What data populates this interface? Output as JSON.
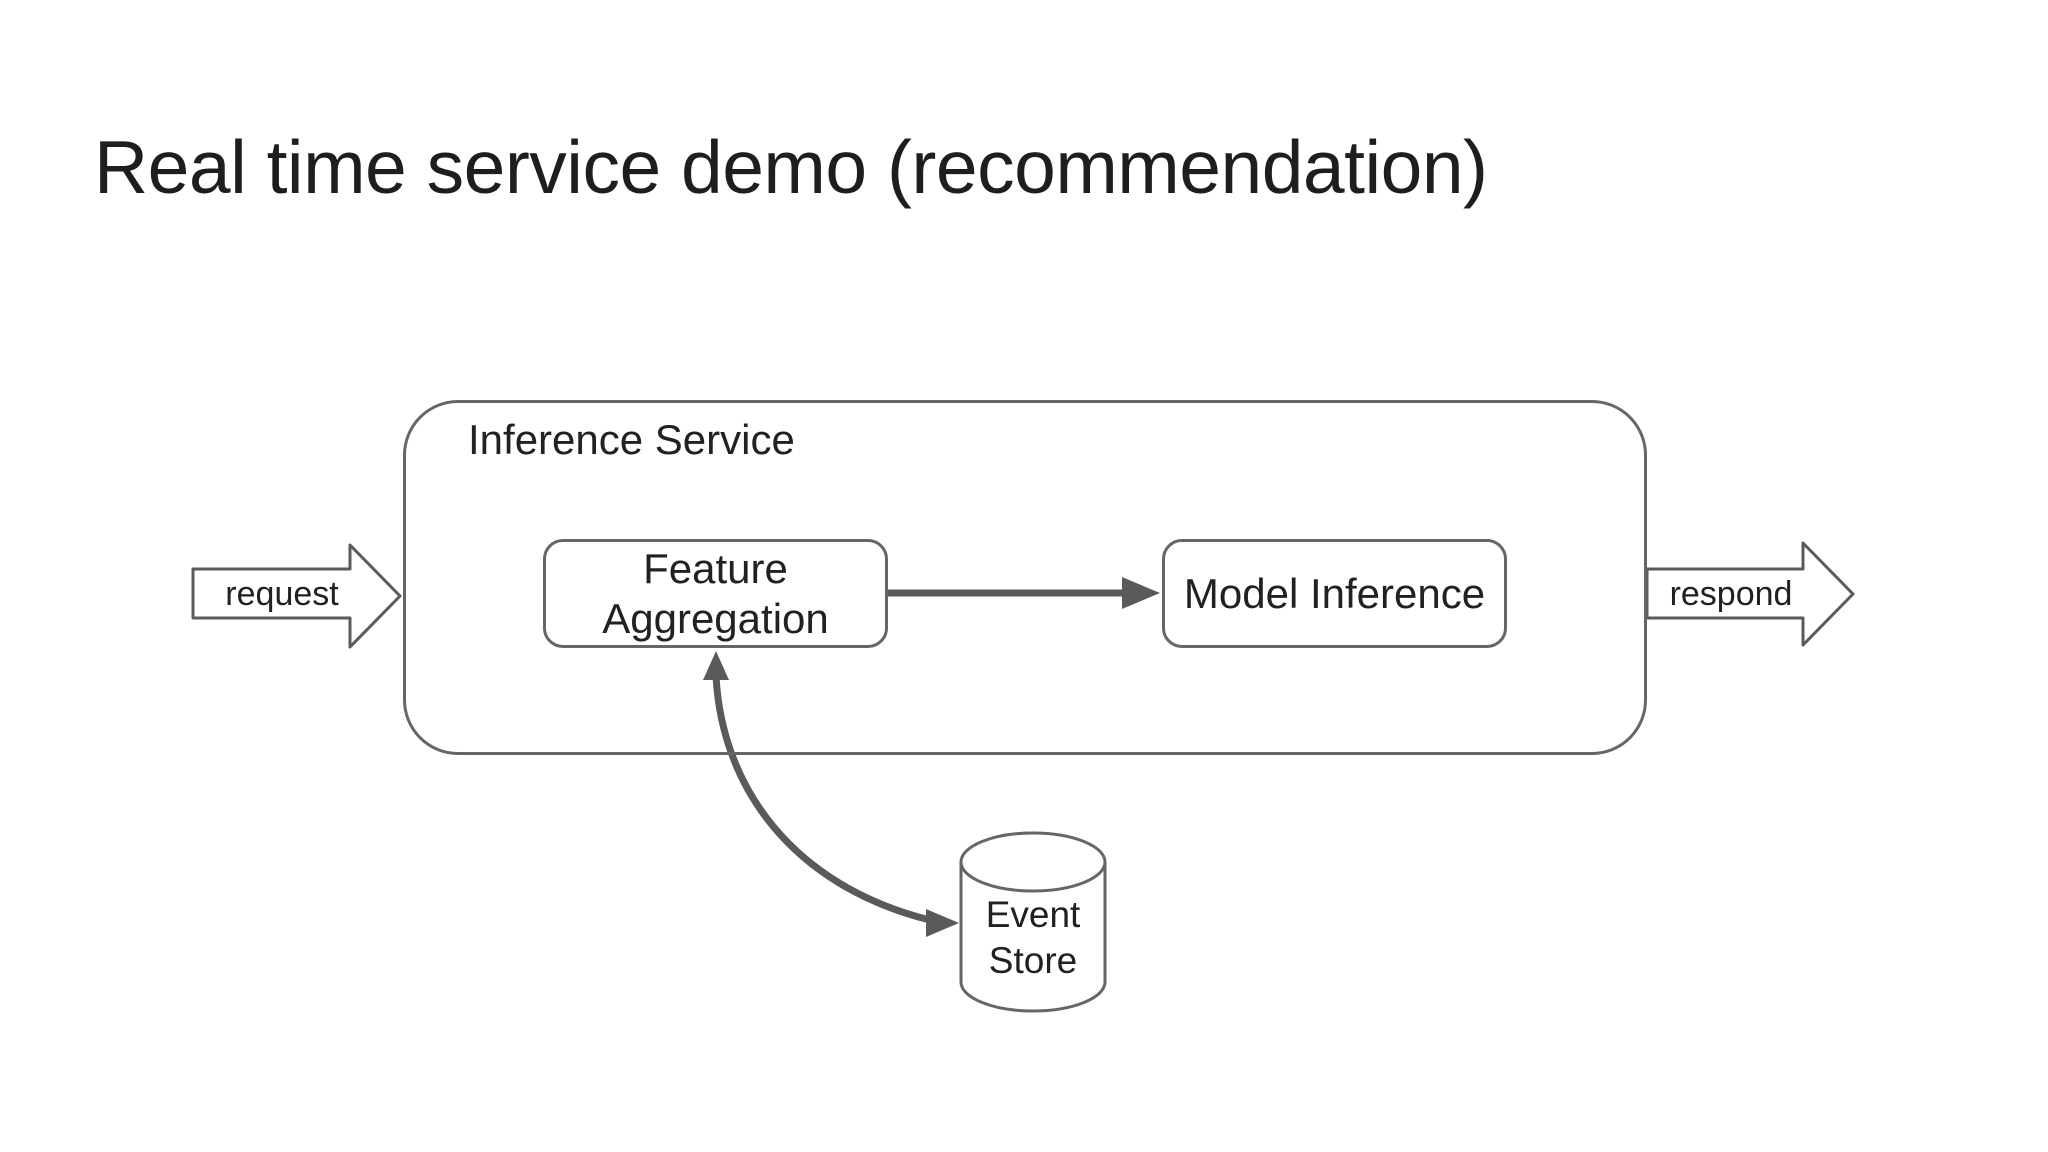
{
  "title": "Real time service demo (recommendation)",
  "diagram": {
    "container_label": "Inference Service",
    "nodes": {
      "feature_aggregation": "Feature\nAggregation",
      "model_inference": "Model Inference",
      "event_store": "Event\nStore"
    },
    "flows": {
      "request_label": "request",
      "respond_label": "respond"
    },
    "edges": [
      {
        "from": "request",
        "to": "inference-service",
        "style": "block-arrow"
      },
      {
        "from": "feature-aggregation",
        "to": "model-inference",
        "style": "arrow"
      },
      {
        "from": "feature-aggregation",
        "to": "event-store",
        "style": "curved-double-arrow"
      },
      {
        "from": "inference-service",
        "to": "respond",
        "style": "block-arrow"
      }
    ],
    "colors": {
      "background": "#ffffff",
      "stroke": "#666666",
      "thick_stroke": "#5a5a5a",
      "text": "#212121"
    }
  }
}
